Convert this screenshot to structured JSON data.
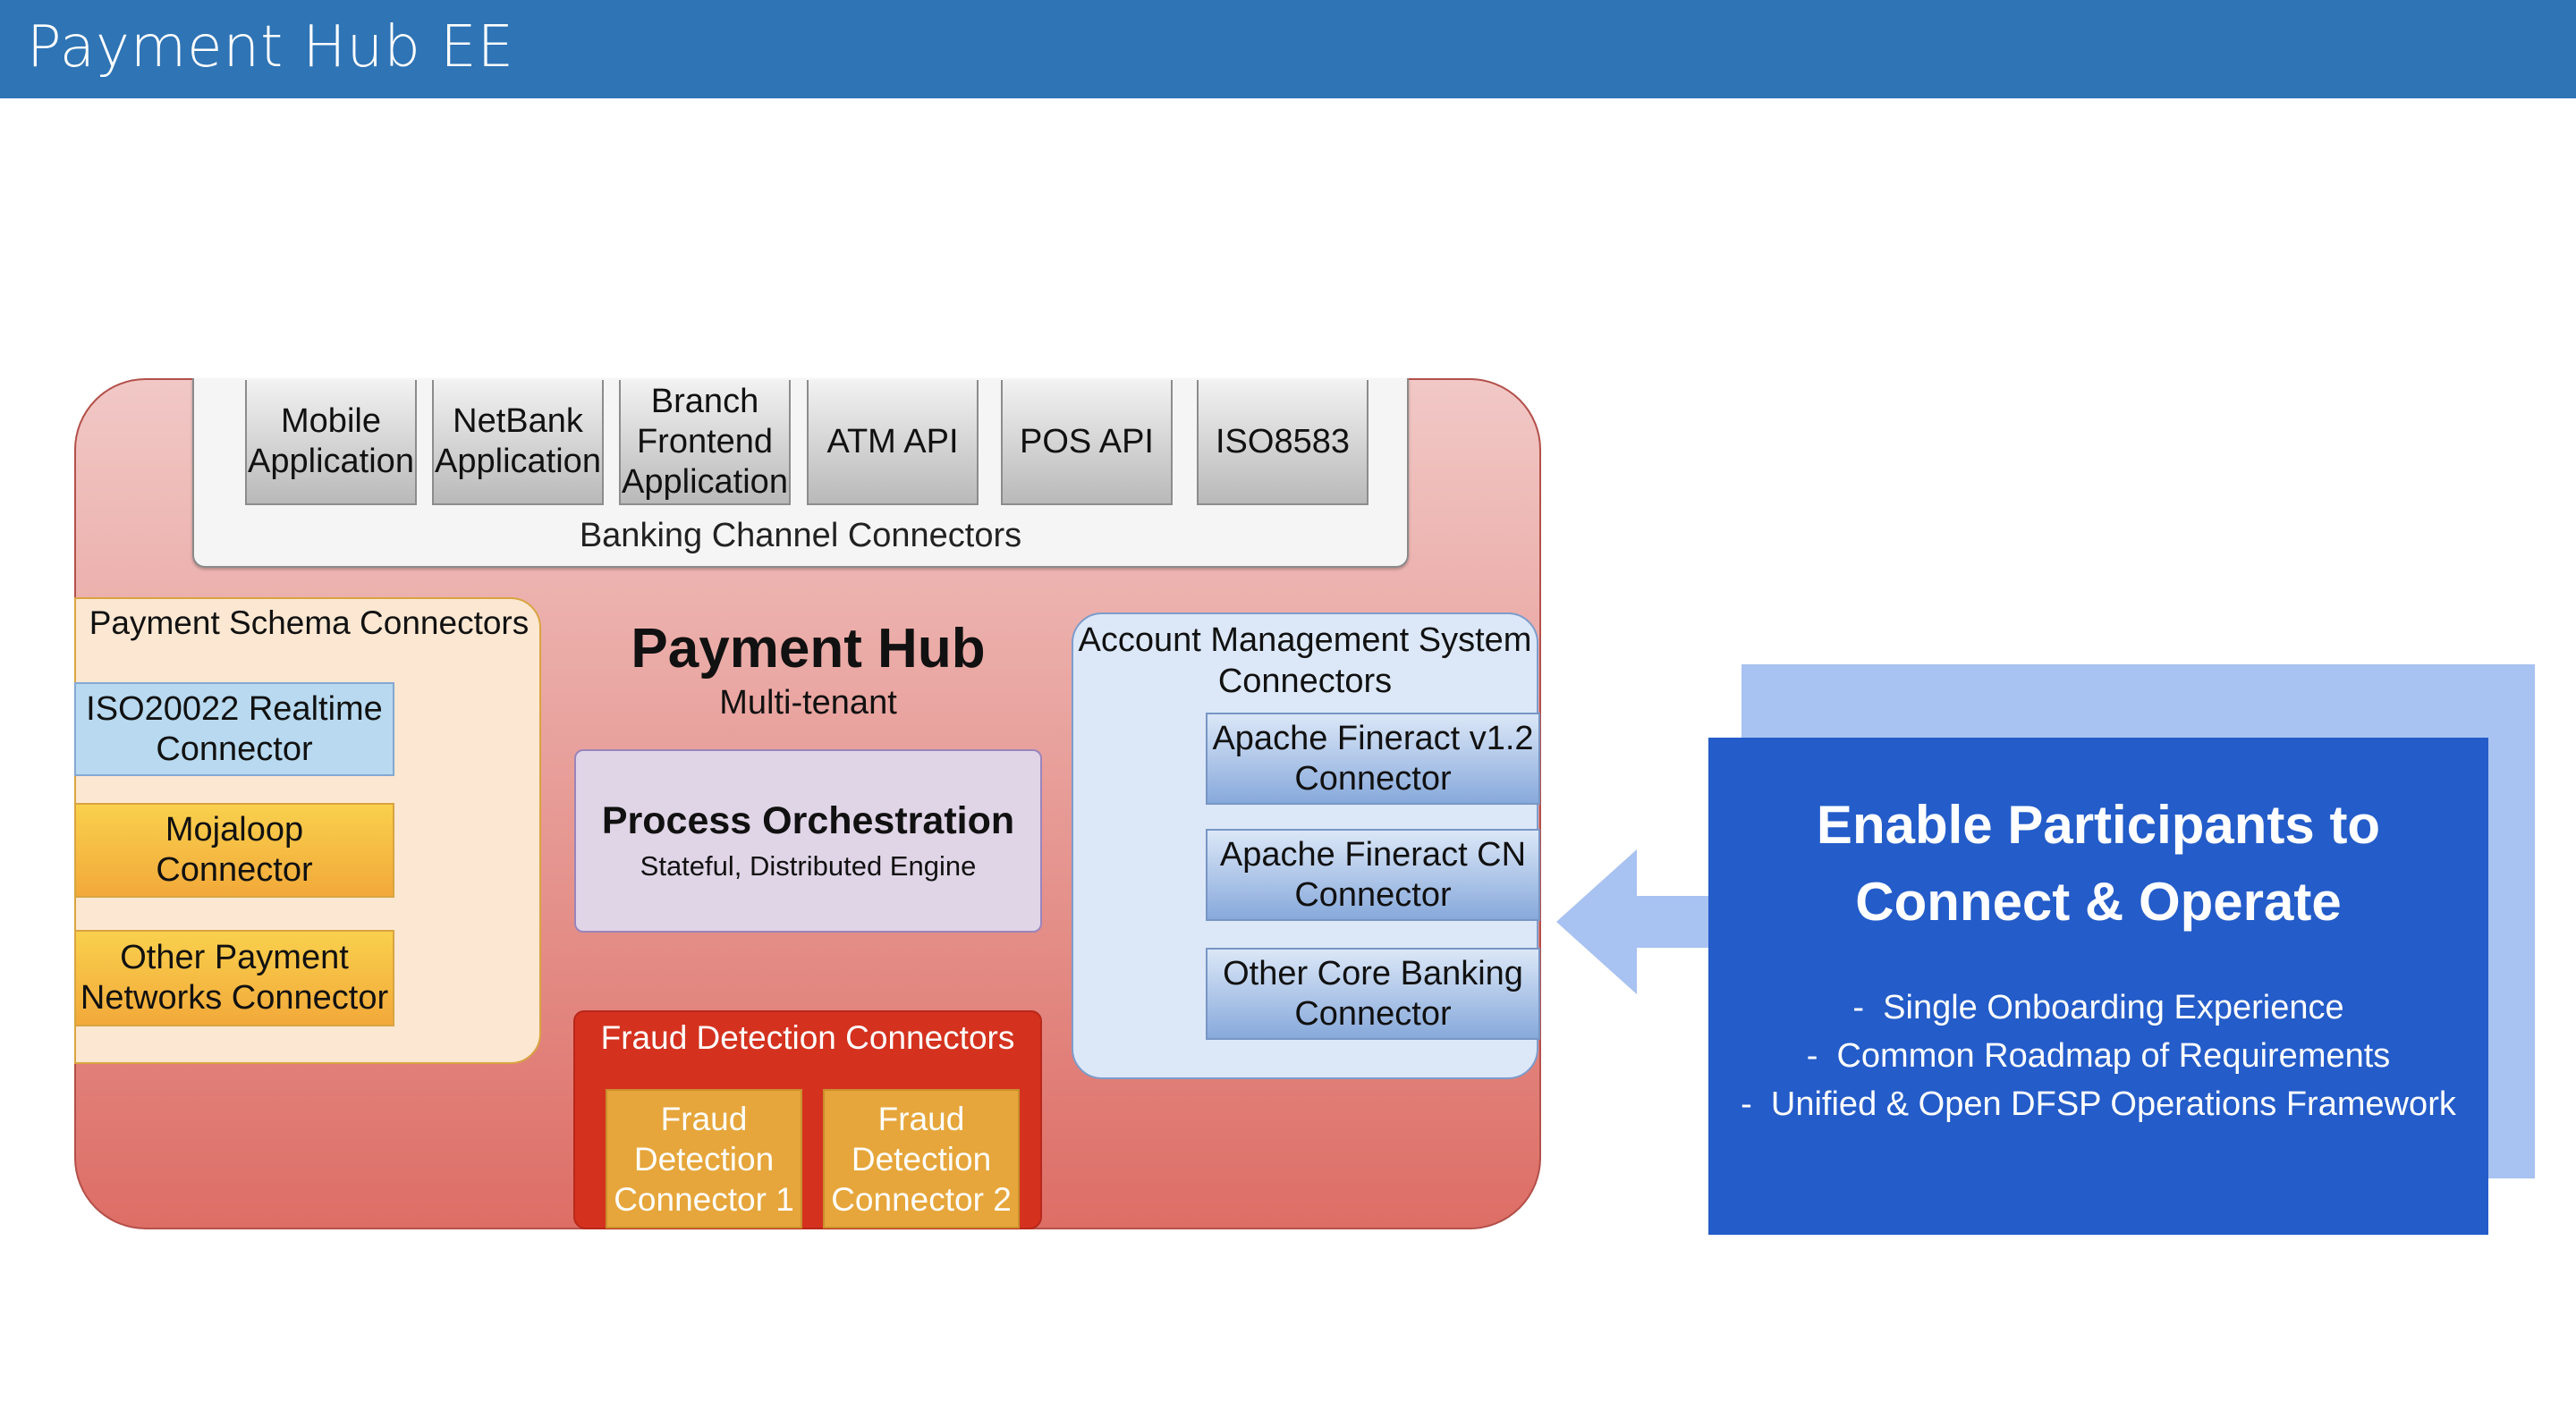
{
  "header": {
    "title": "Payment Hub EE"
  },
  "diagram": {
    "banking_channel_connectors": {
      "label": "Banking Channel Connectors",
      "channels": [
        {
          "line1": "Mobile",
          "line2": "Application",
          "line3": ""
        },
        {
          "line1": "NetBank",
          "line2": "Application",
          "line3": ""
        },
        {
          "line1": "Branch",
          "line2": "Frontend",
          "line3": "Application"
        },
        {
          "line1": "ATM API",
          "line2": "",
          "line3": ""
        },
        {
          "line1": "POS API",
          "line2": "",
          "line3": ""
        },
        {
          "line1": "ISO8583",
          "line2": "",
          "line3": ""
        }
      ]
    },
    "payment_schema_connectors": {
      "label": "Payment Schema Connectors",
      "items": [
        {
          "line1": "ISO20022 Realtime",
          "line2": "Connector"
        },
        {
          "line1": "Mojaloop",
          "line2": "Connector"
        },
        {
          "line1": "Other Payment",
          "line2": "Networks Connector"
        }
      ]
    },
    "payment_hub": {
      "title": "Payment Hub",
      "subtitle": "Multi-tenant"
    },
    "process_orchestration": {
      "title": "Process Orchestration",
      "subtitle": "Stateful, Distributed Engine"
    },
    "fraud_detection": {
      "label": "Fraud Detection Connectors",
      "items": [
        {
          "line1": "Fraud",
          "line2": "Detection",
          "line3": "Connector 1"
        },
        {
          "line1": "Fraud",
          "line2": "Detection",
          "line3": "Connector 2"
        }
      ]
    },
    "account_management": {
      "label_line1": "Account Management System",
      "label_line2": "Connectors",
      "items": [
        {
          "line1": "Apache Fineract v1.2",
          "line2": "Connector"
        },
        {
          "line1": "Apache Fineract CN",
          "line2": "Connector"
        },
        {
          "line1": "Other Core Banking",
          "line2": "Connector"
        }
      ]
    }
  },
  "callout": {
    "title_line1": "Enable Participants to",
    "title_line2": "Connect & Operate",
    "bullets": [
      "-  Single Onboarding Experience",
      "-  Common Roadmap of Requirements",
      "-  Unified & Open DFSP Operations Framework"
    ],
    "arrow_icon": "arrow-left-icon"
  },
  "colors": {
    "header": "#2f74b5",
    "hub_top": "#f1c8c6",
    "hub_bottom": "#dd6e66",
    "callout_front": "#245cc9",
    "callout_back": "#a8c2f1",
    "fraud": "#d4321f"
  }
}
